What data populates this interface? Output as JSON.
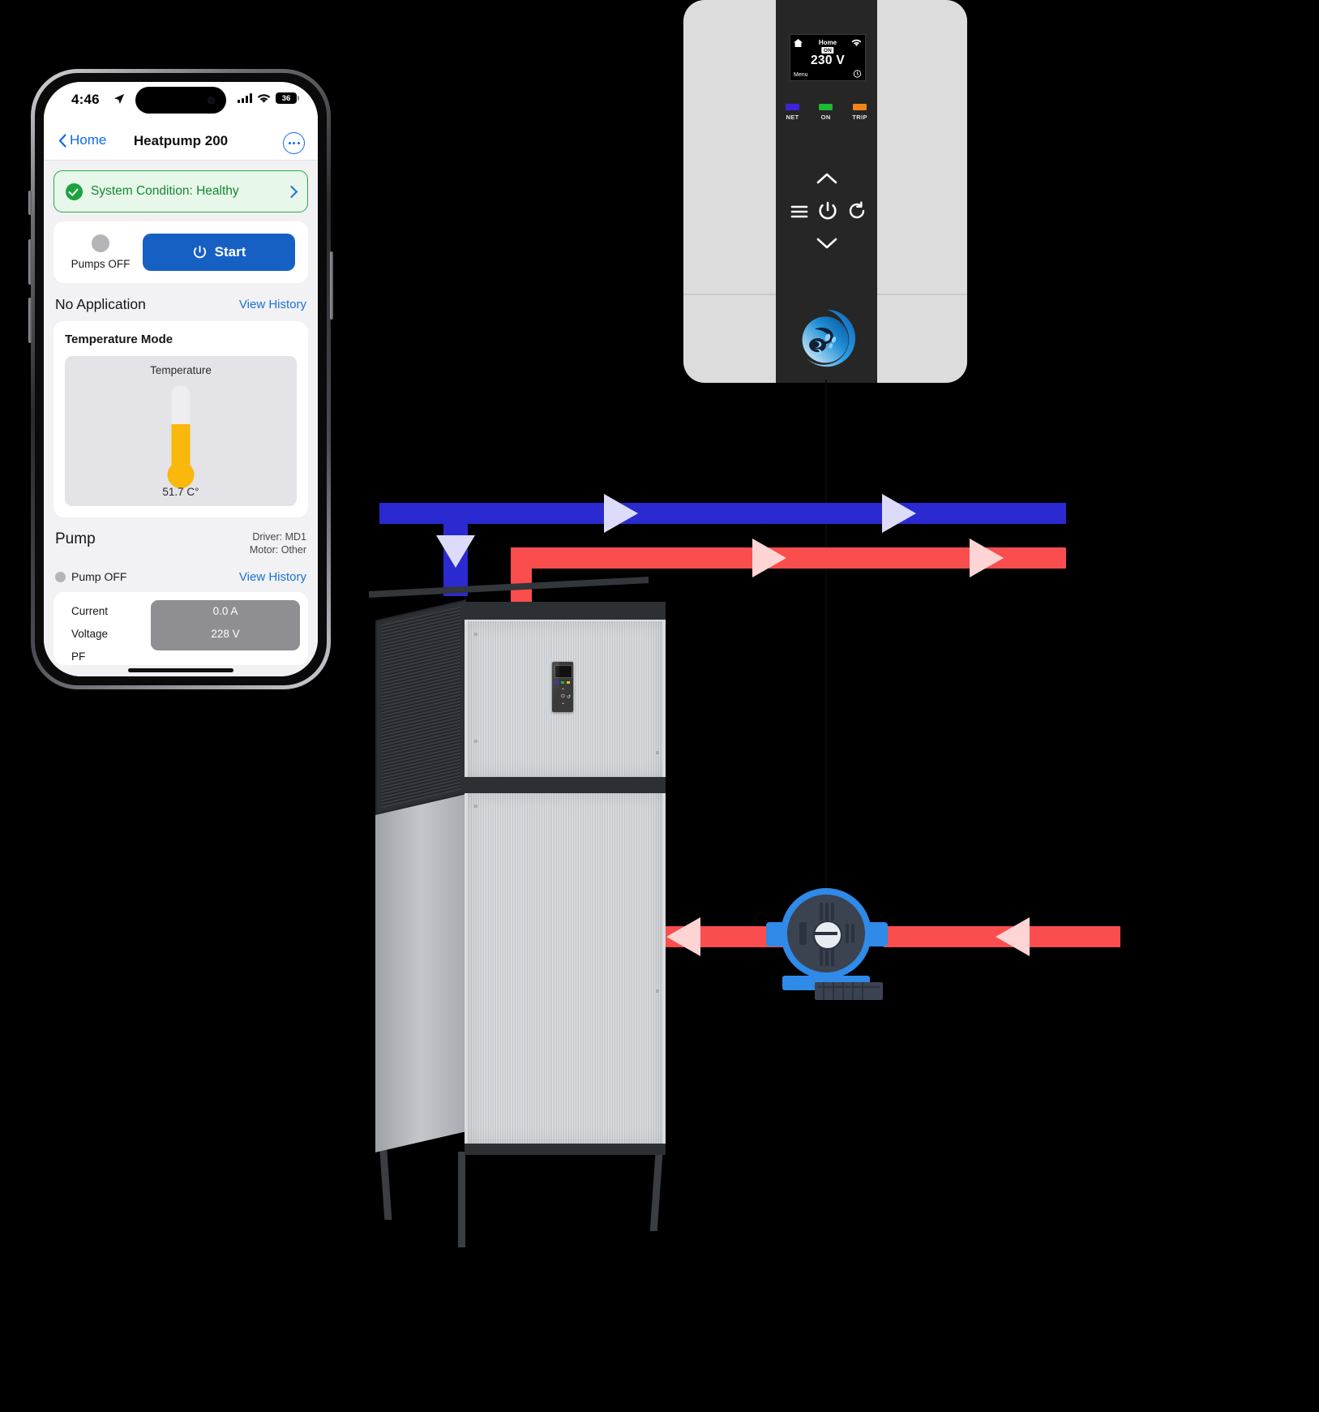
{
  "phone": {
    "status_bar": {
      "time": "4:46",
      "location_icon": "location-arrow-icon",
      "signal_icon": "cellular-bars-icon",
      "wifi_icon": "wifi-icon",
      "battery_level": "36"
    },
    "nav": {
      "back_label": "Home",
      "title": "Heatpump 200",
      "more_icon": "more-options-icon"
    },
    "health_banner": {
      "icon": "check-circle-icon",
      "text": "System Condition: Healthy",
      "chevron": "chevron-right-icon"
    },
    "control_card": {
      "indicator_label": "Pumps OFF",
      "start_label": "Start",
      "power_icon": "power-icon"
    },
    "application": {
      "title": "No Application",
      "history_link": "View History"
    },
    "temperature_card": {
      "title": "Temperature Mode",
      "gauge_label": "Temperature",
      "value": "51.7 C°",
      "fill_percent": 62
    },
    "pump_section": {
      "title": "Pump",
      "driver": "Driver: MD1",
      "motor": "Motor: Other",
      "status": "Pump OFF",
      "history_link": "View History"
    },
    "metrics": [
      {
        "key": "Current",
        "value": "0.0 A"
      },
      {
        "key": "Voltage",
        "value": "228 V"
      },
      {
        "key": "PF",
        "value": ""
      }
    ]
  },
  "wall_controller": {
    "lcd": {
      "home_label": "Home",
      "on_badge": "ON",
      "voltage": "230 V",
      "menu_label": "Menu",
      "home_icon": "home-icon",
      "wifi_icon": "wifi-icon",
      "timer_icon": "timer-icon"
    },
    "leds": [
      {
        "name": "NET",
        "color": "#3c25d8"
      },
      {
        "name": "ON",
        "color": "#1eb832"
      },
      {
        "name": "TRIP",
        "color": "#f08418"
      }
    ],
    "keys": [
      {
        "name": "up-chevron-icon"
      },
      {
        "name": "menu-icon"
      },
      {
        "name": "power-icon"
      },
      {
        "name": "reset-icon"
      },
      {
        "name": "down-chevron-icon"
      }
    ],
    "brand_logo": "water-swirl-logo"
  },
  "diagram": {
    "colors": {
      "cold_pipe": "#2a2ad0",
      "hot_pipe": "#fa4d4d",
      "arrow": "#dcdcfa",
      "pump_body": "#2f8ae8"
    },
    "flows": [
      {
        "name": "cold-supply-top",
        "color": "cold_pipe",
        "direction": "right"
      },
      {
        "name": "cold-down-to-unit",
        "color": "cold_pipe",
        "direction": "down"
      },
      {
        "name": "hot-return-top",
        "color": "hot_pipe",
        "direction": "right"
      },
      {
        "name": "hot-return-bottom",
        "color": "hot_pipe",
        "direction": "left"
      }
    ]
  }
}
